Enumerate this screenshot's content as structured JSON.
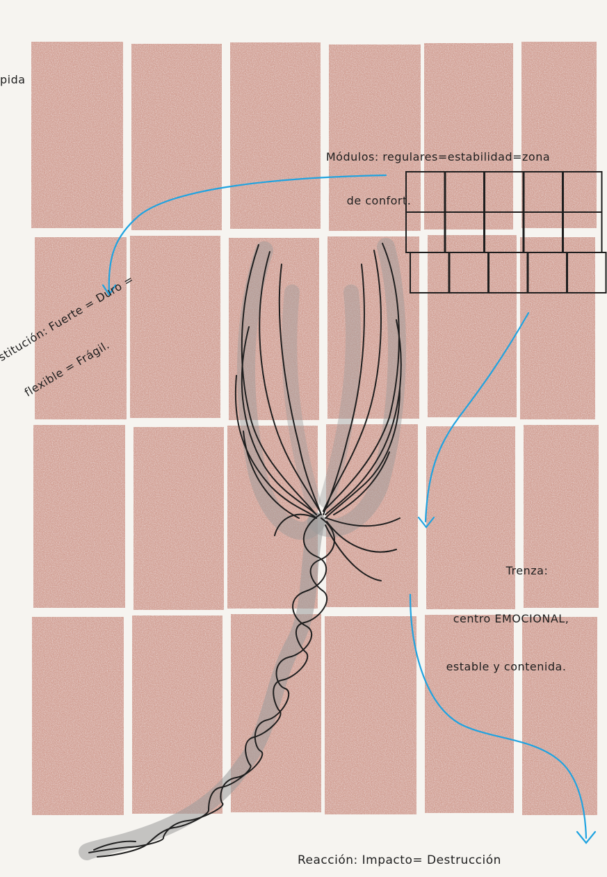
{
  "notes": {
    "rapida": "pida",
    "modulos_1": "Módulos: regulares=estabilidad=zona",
    "modulos_2": "de confort.",
    "institucion_1": "stitución: Fuerte = Duro =",
    "institucion_2": "flexible = Frágil.",
    "trenza_1": "Trenza:",
    "trenza_2": "centro EMOCIONAL,",
    "trenza_3": "estable y contenida.",
    "reaccion": "Reacción: Impacto= Destrucción"
  },
  "colors": {
    "paper": "#f6f4f0",
    "tile": "#cf978a",
    "grout": "#f5ece8",
    "arrow": "#1fa3e0",
    "ink": "#1e1e1e",
    "hair": "#8f8f8f"
  },
  "icons": [
    "arrow-down-left-icon",
    "arrow-down-icon",
    "arrow-curve-down-icon",
    "module-grid-icon",
    "braid-drawing"
  ]
}
